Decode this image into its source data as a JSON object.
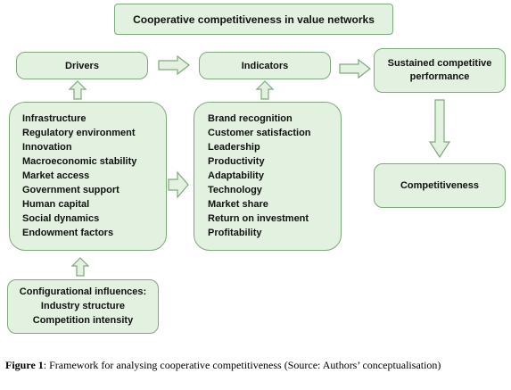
{
  "title": "Cooperative competitiveness in value networks",
  "drivers": {
    "label": "Drivers",
    "items": [
      "Infrastructure",
      "Regulatory environment",
      "Innovation",
      "Macroeconomic stability",
      "Market access",
      "Government support",
      "Human capital",
      "Social dynamics",
      "Endowment factors"
    ]
  },
  "indicators": {
    "label": "Indicators",
    "items": [
      "Brand recognition",
      "Customer satisfaction",
      "Leadership",
      "Productivity",
      "Adaptability",
      "Technology",
      "Market share",
      "Return on investment",
      "Profitability"
    ]
  },
  "sustained": {
    "line1": "Sustained competitive",
    "line2": "performance"
  },
  "competitiveness": "Competitiveness",
  "configurational": {
    "heading": "Configurational influences:",
    "items": [
      "Industry structure",
      "Competition intensity"
    ]
  },
  "caption": {
    "figure_label": "Figure 1",
    "text": ": Framework for analysing cooperative competitiveness (Source: Authors’ conceptualisation)"
  },
  "colors": {
    "box_fill": "#e3f1e1",
    "box_border": "#7fa97c"
  }
}
